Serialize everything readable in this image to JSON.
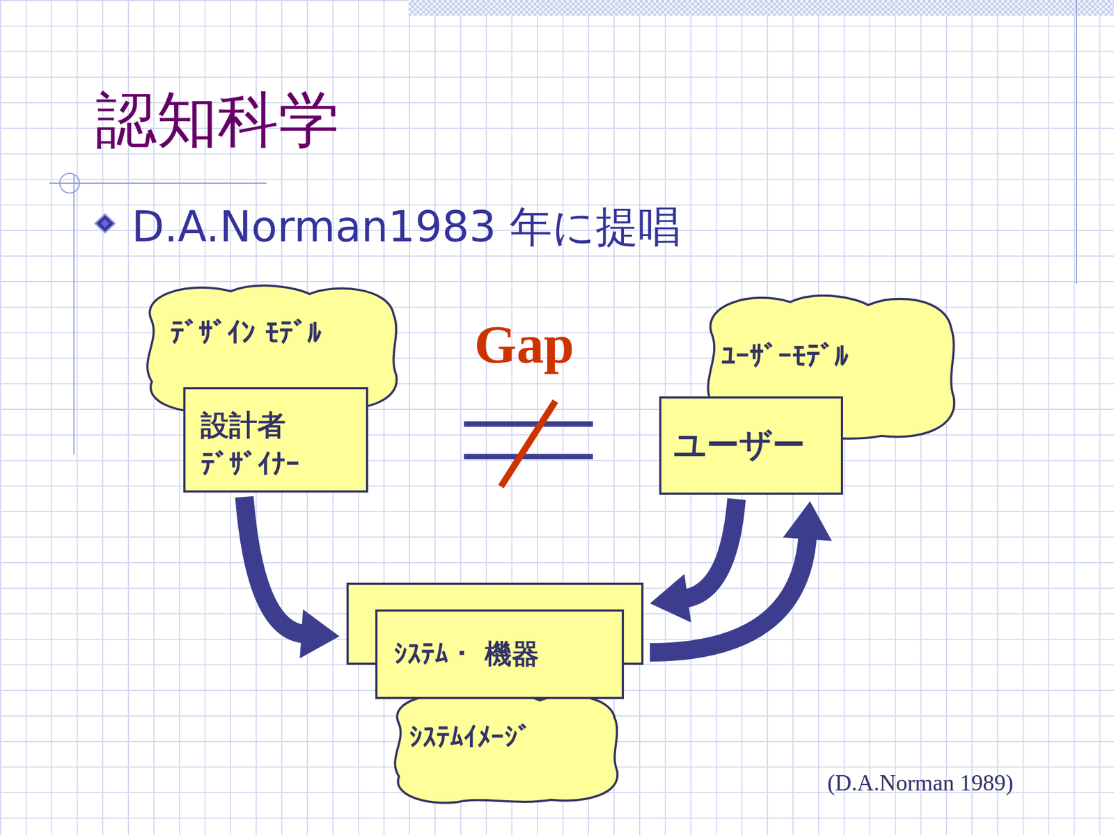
{
  "diagram": {
    "title": "認知科学",
    "nodes": [
      {
        "text": [
          "ﾃﾞｻﾞｲﾝ ﾓﾃﾞﾙ"
        ]
      },
      {
        "text": [
          "設計者",
          "ﾃﾞｻﾞｲﾅｰ"
        ]
      },
      {
        "text": [
          "ﾕｰｻﾞｰﾓﾃﾞﾙ"
        ]
      },
      {
        "text": [
          "ユーザー"
        ]
      },
      {
        "text": [
          "ｼｽﾃﾑ・ 機器"
        ]
      },
      {
        "text": [
          "ｼｽﾃﾑｲﾒｰｼﾞ"
        ]
      }
    ],
    "edges": [
      {
        "from": 1,
        "to": 4,
        "arrow": "to"
      },
      {
        "from": 3,
        "to": 4,
        "arrow": "to"
      },
      {
        "from": 4,
        "to": 3,
        "arrow": "to"
      }
    ],
    "labels": [
      "D.A.Norman1983 年に提唱",
      "Gap",
      "(D.A.Norman 1989)"
    ]
  }
}
